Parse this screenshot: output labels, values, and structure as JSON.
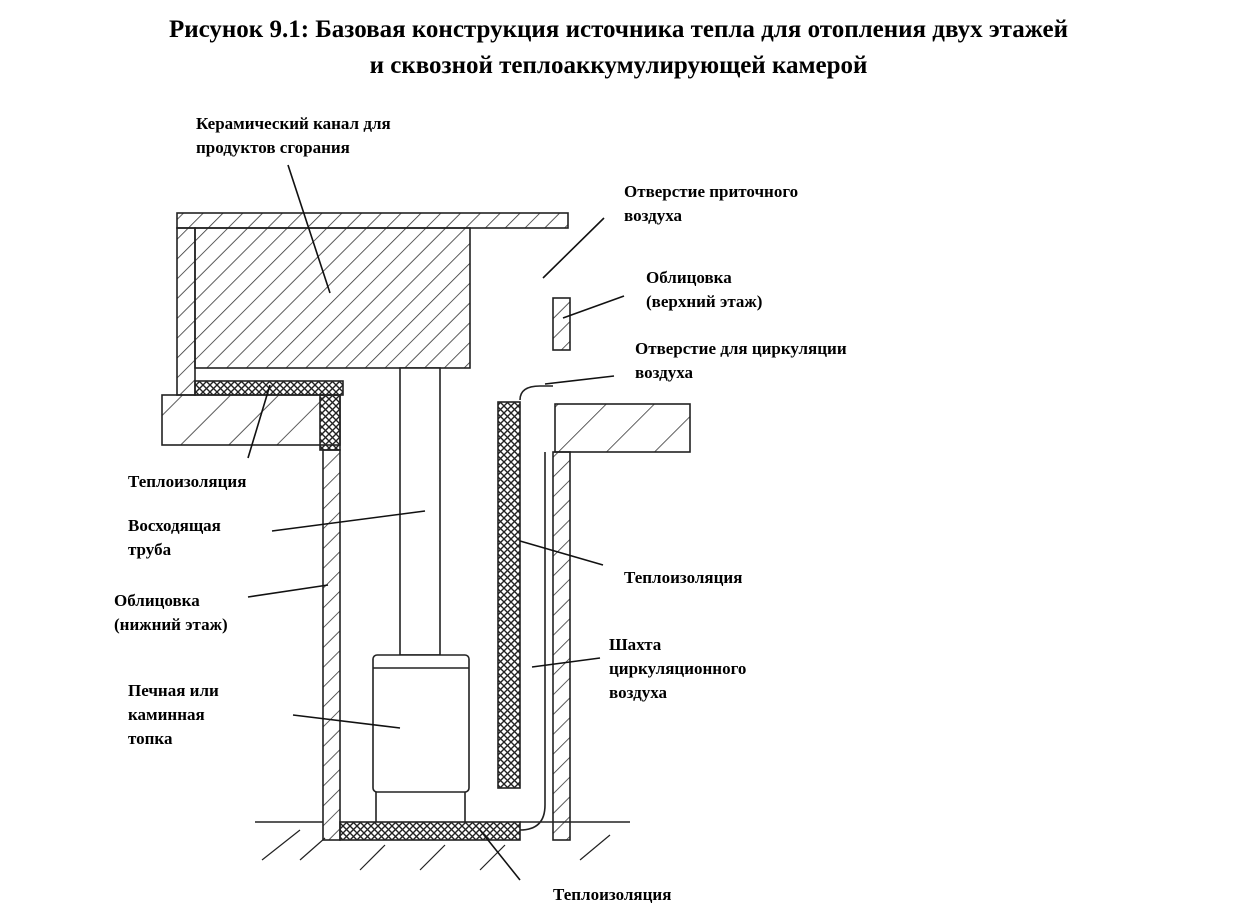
{
  "title": {
    "line1": "Рисунок 9.1: Базовая конструкция источника тепла для отопления двух этажей",
    "line2": "и сквозной теплоаккумулирующей камерой"
  },
  "labels": {
    "ceramic_channel": [
      "Керамический канал для",
      "продуктов сгорания"
    ],
    "supply_air_opening": [
      "Отверстие приточного",
      "воздуха"
    ],
    "cladding_upper": [
      "Облицовка",
      "(верхний этаж)"
    ],
    "circulation_opening": [
      "Отверстие для циркуляции",
      "воздуха"
    ],
    "insulation_top": [
      "Теплоизоляция"
    ],
    "rising_pipe": [
      "Восходящая",
      "труба"
    ],
    "cladding_lower": [
      "Облицовка",
      "(нижний этаж)"
    ],
    "firebox": [
      "Печная или",
      "каминная",
      "топка"
    ],
    "insulation_right": [
      "Теплоизоляция"
    ],
    "circulation_shaft": [
      "Шахта",
      "циркуляционного",
      "воздуха"
    ],
    "insulation_bottom": [
      "Теплоизоляция"
    ]
  }
}
